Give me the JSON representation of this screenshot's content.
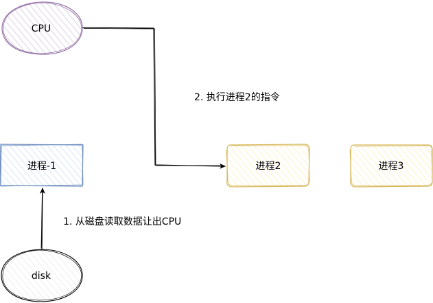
{
  "nodes": {
    "cpu": {
      "label": "CPU",
      "color": "#9673a6"
    },
    "process1": {
      "label": "进程-1",
      "color": "#6c8ebf"
    },
    "process2": {
      "label": "进程2",
      "color": "#d6b656"
    },
    "process3": {
      "label": "进程3",
      "color": "#d6b656"
    },
    "disk": {
      "label": "disk",
      "color": "#000000"
    }
  },
  "edges": {
    "cpu_to_process2": {
      "label": "2. 执行进程2的指令"
    },
    "disk_to_process1": {
      "label": "1. 从磁盘读取数据让出CPU"
    }
  }
}
